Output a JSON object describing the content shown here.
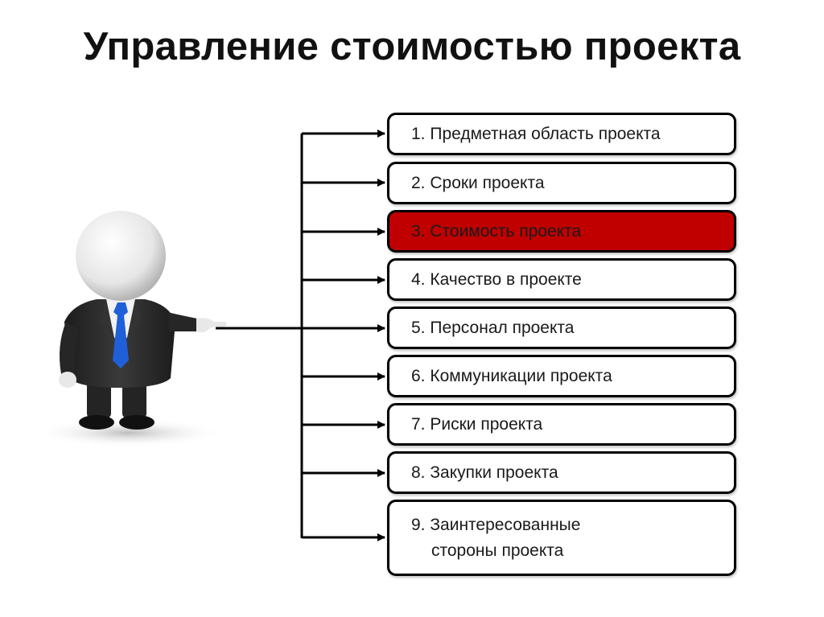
{
  "title": "Управление стоимостью проекта",
  "items": [
    {
      "label": "1. Предметная область проекта"
    },
    {
      "label": "2. Сроки проекта"
    },
    {
      "label": "3. Стоимость проекта"
    },
    {
      "label": "4. Качество в проекте"
    },
    {
      "label": "5. Персонал проекта"
    },
    {
      "label": "6. Коммуникации проекта"
    },
    {
      "label": "7. Риски проекта"
    },
    {
      "label": "8. Закупки проекта"
    },
    {
      "label_line1": "9. Заинтересованные",
      "label_line2": "стороны проекта"
    }
  ],
  "colors": {
    "highlight": "#c00000",
    "suit": "#2b2b2b",
    "tie": "#1f5fd8",
    "head": "#e8e8e8"
  }
}
